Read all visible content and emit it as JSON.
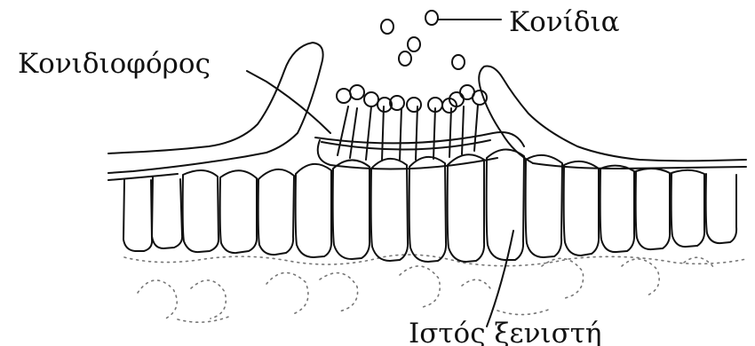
{
  "labels": {
    "konidia": "Κονίδια",
    "konidiophoros": "Κονιδιοφόρος",
    "histos": "Ιστός ξενιστή"
  },
  "colors": {
    "ink": "#111111",
    "background": "#ffffff",
    "stipple": "#777777"
  }
}
